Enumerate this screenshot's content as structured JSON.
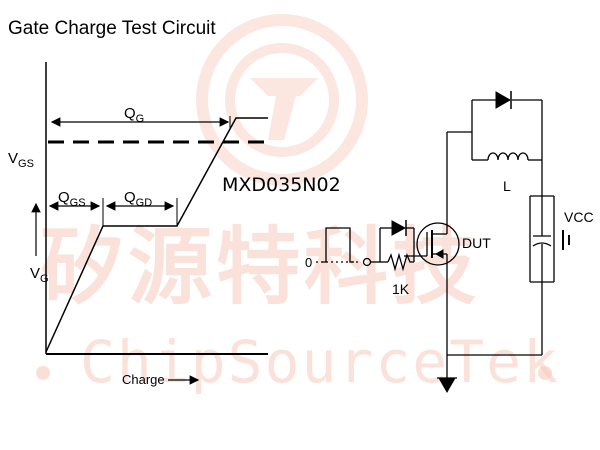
{
  "page": {
    "title": "Gate Charge Test Circuit",
    "part_number": "MXD035N02"
  },
  "watermark": {
    "chinese_text": "矽源特科技",
    "english_text": "ChipSourceTek",
    "color": "#f7c9bb"
  },
  "waveform": {
    "qg_label": "Q",
    "qg_sub": "G",
    "qgs_label": "Q",
    "qgs_sub": "GS",
    "qgd_label": "Q",
    "qgd_sub": "GD",
    "vgs_label": "V",
    "vgs_sub": "GS",
    "vg_label": "V",
    "vg_sub": "G",
    "charge_label": "Charge"
  },
  "circuit": {
    "inductor_label": "L",
    "vcc_label": "VCC",
    "dut_label": "DUT",
    "resistor_label": "1K",
    "input_label": "0"
  }
}
